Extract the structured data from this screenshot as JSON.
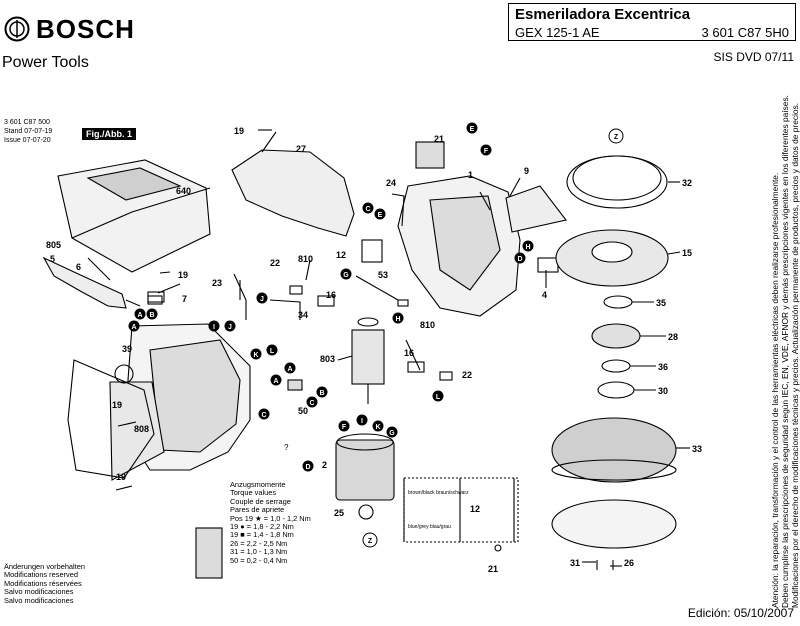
{
  "header": {
    "brand": "BOSCH",
    "subbrand": "Power Tools",
    "title": "Esmeriladora Excentrica",
    "model": "GEX 125-1 AE",
    "part_number": "3 601 C87 5H0",
    "sis": "SIS DVD 07/11"
  },
  "info": {
    "code": "3 601 C87 500",
    "stand": "Stand 07-07-19",
    "issue": "Issue 07-07-20",
    "figure": "Fig./Abb. 1"
  },
  "torque": {
    "lines": [
      "Anzugsmomente",
      "Torque values",
      "Couple de serrage",
      "Pares de apriete",
      "Pos 19 ★ = 1,0 - 1,2 Nm",
      "19 ● = 1,8 - 2,2 Nm",
      "19 ■ = 1,4 - 1,8 Nm",
      "26 = 2,2 - 2,5 Nm",
      "31 = 1,0 - 1,3 Nm",
      "50 = 0,2 - 0,4 Nm"
    ]
  },
  "changes": {
    "lines": [
      "Änderungen vorbehalten",
      "Modifications reserved",
      "Modifications réservées",
      "Salvo modificaciones",
      "Salvo modificaciones"
    ]
  },
  "side_note": {
    "lines": [
      "Atención: la reparación, transformación y el control de las herramientas eléctricas deben realizarse profesionalmente.",
      "Deben cumplirse las prescripciones de seguridad según IEC, EN, VDE, AFNOR y demás prescripciones vigentes en los diferentes países.",
      "Modificaciones por el derecho de modificaciones técnicas y precios. Actualización permanente de productos, precios y datos de precios."
    ]
  },
  "footer": {
    "edition": "Edición: 05/10/2007"
  },
  "callouts": {
    "numbers": [
      "19",
      "27",
      "640",
      "805",
      "5",
      "6",
      "19",
      "7",
      "39",
      "19",
      "808",
      "19",
      "23",
      "22",
      "810",
      "16",
      "34",
      "803",
      "50",
      "2",
      "25",
      "12",
      "53",
      "810",
      "22",
      "16",
      "24",
      "1",
      "21",
      "9",
      "4",
      "32",
      "15",
      "35",
      "28",
      "36",
      "30",
      "33",
      "31",
      "26",
      "21",
      "12"
    ],
    "letters": [
      "E",
      "F",
      "C",
      "E",
      "H",
      "D",
      "B",
      "A",
      "A",
      "I",
      "J",
      "J",
      "K",
      "L",
      "G",
      "H",
      "A",
      "A",
      "B",
      "C",
      "C",
      "D",
      "F",
      "I",
      "K",
      "G",
      "Z",
      "L",
      "Z"
    ],
    "small": [
      "?",
      "brown/black braun/schwarz",
      "blue/grey blau/grau"
    ]
  }
}
